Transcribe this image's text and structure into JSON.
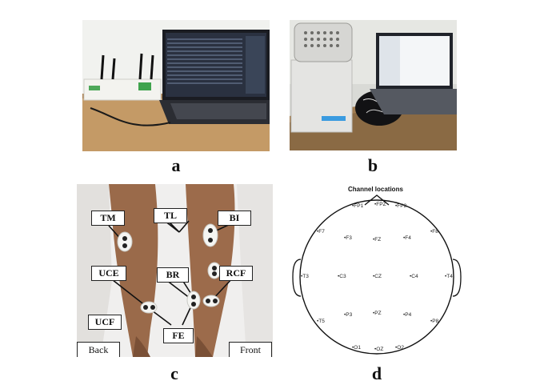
{
  "panels": {
    "a": {
      "caption": "a"
    },
    "b": {
      "caption": "b"
    },
    "c": {
      "caption": "c",
      "labels": {
        "tm": "TM",
        "tl": "TL",
        "bi": "BI",
        "uce": "UCE",
        "br": "BR",
        "rcf": "RCF",
        "ucf": "UCF",
        "fe": "FE"
      },
      "back": "Back",
      "front": "Front"
    },
    "d": {
      "caption": "d",
      "title": "Channel locations",
      "channels": {
        "fp1": "FP1",
        "fpz": "FPZ",
        "fp2": "FP2",
        "f7": "F7",
        "f3": "F3",
        "fz": "FZ",
        "f4": "F4",
        "f8": "F8",
        "t3": "T3",
        "c3": "C3",
        "cz": "CZ",
        "c4": "C4",
        "t4": "T4",
        "t5": "T5",
        "p3": "P3",
        "pz": "PZ",
        "p4": "P4",
        "p8": "P8",
        "o1": "O1",
        "oz": "OZ",
        "o2": "O2"
      }
    }
  }
}
